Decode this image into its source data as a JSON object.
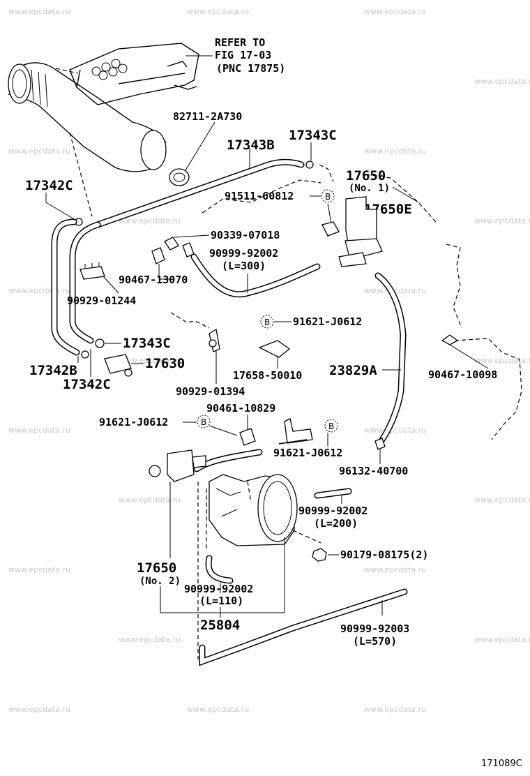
{
  "watermark": "www.epcdata.ru",
  "figure_number": "171089C",
  "refer_note": {
    "line1": "REFER TO",
    "line2": "FIG 17-03",
    "line3": "(PNC 17875)"
  },
  "callouts": {
    "p82711": "82711-2A730",
    "p17343B": "17343B",
    "p17343C_top": "17343C",
    "p17650_no1": "17650",
    "p17650_no1_sub": "(No. 1)",
    "p17342C_top": "17342C",
    "p91511": "91511-60812",
    "p17650E": "17650E",
    "p90339": "90339-07018",
    "p90999_300": "90999-92002",
    "p90999_300_sub": "(L=300)",
    "p90467_13070": "90467-13070",
    "p90929_01244": "90929-01244",
    "p91621_mid": "91621-J0612",
    "p17343C_mid": "17343C",
    "p17630": "17630",
    "p17342B": "17342B",
    "p17342C_bot": "17342C",
    "p17658": "17658-50010",
    "p23829A": "23829A",
    "p90467_10098": "90467-10098",
    "p90929_01394": "90929-01394",
    "p90461": "90461-10829",
    "p91621_left": "91621-J0612",
    "p91621_right": "91621-J0612",
    "p96132": "96132-40700",
    "p90999_200": "90999-92002",
    "p90999_200_sub": "(L=200)",
    "p90179": "90179-08175(2)",
    "p17650_no2": "17650",
    "p17650_no2_sub": "(No. 2)",
    "p90999_110": "90999-92002",
    "p90999_110_sub": "(L=110)",
    "p25804": "25804",
    "p90999_570": "90999-92003",
    "p90999_570_sub": "(L=570)"
  },
  "b_marker": "B"
}
